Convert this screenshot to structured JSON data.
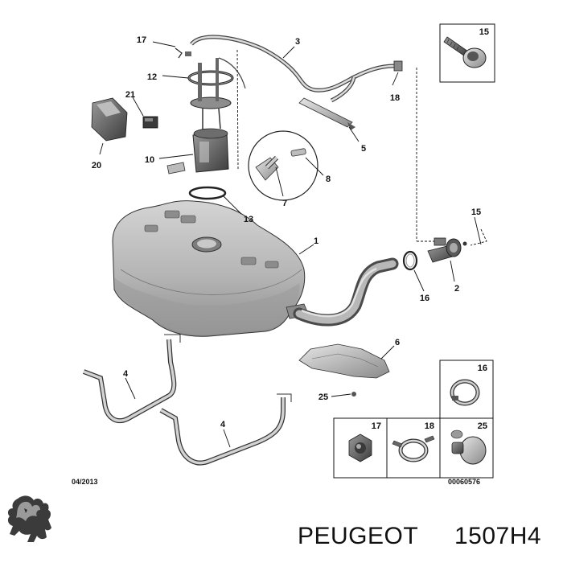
{
  "date_code": "04/2013",
  "diagram_number": "00060576",
  "brand_name": "PEUGEOT",
  "part_number": "1507H4",
  "callouts": {
    "c1": "1",
    "c2": "2",
    "c3": "3",
    "c4a": "4",
    "c4b": "4",
    "c5": "5",
    "c6": "6",
    "c7": "7",
    "c8": "8",
    "c10": "10",
    "c12": "12",
    "c13": "13",
    "c15": "15",
    "c16": "16",
    "c17": "17",
    "c18": "18",
    "c20": "20",
    "c21": "21",
    "c25": "25"
  },
  "detail_boxes": {
    "b15": "15",
    "b16": "16",
    "b17": "17",
    "b18": "18",
    "b25": "25"
  }
}
